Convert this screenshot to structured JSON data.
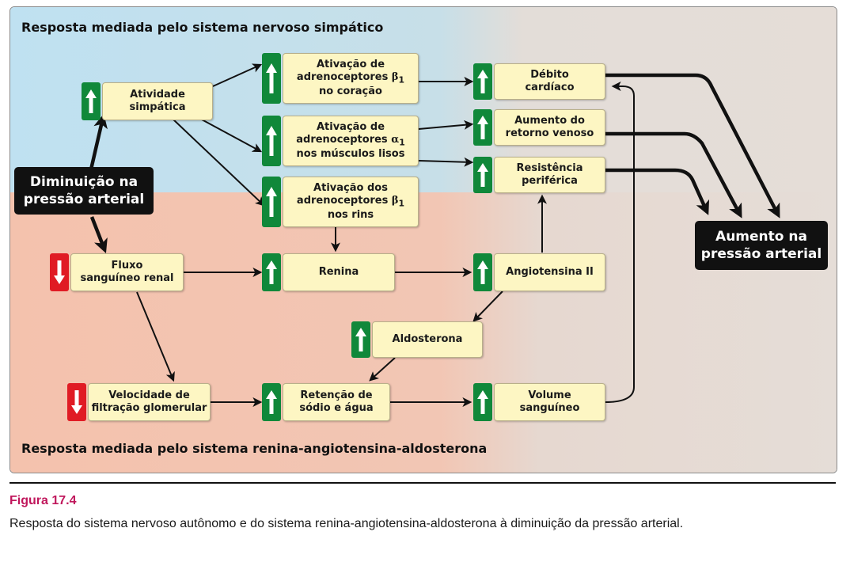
{
  "sections": {
    "top_label": "Resposta mediada pelo sistema nervoso simpático",
    "bottom_label": "Resposta mediada pelo sistema renina-angiotensina-aldosterona"
  },
  "colors": {
    "sympathetic_bg": "#bfe1f1",
    "raas_bg": "#f4c2ad",
    "output_bg": "#e5ddd7",
    "box_fill": "#fdf6c3",
    "increase": "#10883a",
    "decrease": "#e01b24"
  },
  "start": {
    "label": "Diminuição na\npressão arterial"
  },
  "end": {
    "label": "Aumento na\npressão arterial"
  },
  "nodes": {
    "atividade_simpatica": {
      "label": "Atividade\nsimpática",
      "direction": "increase",
      "icon": "up-arrow-icon"
    },
    "beta1_coracao": {
      "label_pre": "Ativação de adrenoceptores ",
      "symbol": "β",
      "sub": "1",
      "label_post": " no coração",
      "direction": "increase",
      "icon": "up-arrow-icon"
    },
    "alpha1_musculos": {
      "label_pre": "Ativação de adrenoceptores ",
      "symbol": "α",
      "sub": "1",
      "label_post": " nos músculos lisos",
      "direction": "increase",
      "icon": "up-arrow-icon"
    },
    "beta1_rins": {
      "label_pre": "Ativação dos adrenoceptores ",
      "symbol": "β",
      "sub": "1",
      "label_post": " nos rins",
      "direction": "increase",
      "icon": "up-arrow-icon"
    },
    "debito_cardiaco": {
      "label": "Débito\ncardíaco",
      "direction": "increase",
      "icon": "up-arrow-icon"
    },
    "retorno_venoso": {
      "label": "Aumento do\nretorno venoso",
      "direction": "increase",
      "icon": "up-arrow-icon"
    },
    "resistencia_periferica": {
      "label": "Resistência\nperiférica",
      "direction": "increase",
      "icon": "up-arrow-icon"
    },
    "fluxo_renal": {
      "label": "Fluxo\nsanguíneo renal",
      "direction": "decrease",
      "icon": "down-arrow-icon"
    },
    "renina": {
      "label": "Renina",
      "direction": "increase",
      "icon": "up-arrow-icon"
    },
    "angiotensina": {
      "label": "Angiotensina II",
      "direction": "increase",
      "icon": "up-arrow-icon"
    },
    "aldosterona": {
      "label": "Aldosterona",
      "direction": "increase",
      "icon": "up-arrow-icon"
    },
    "filtracao_glomerular": {
      "label": "Velocidade de\nfiltração glomerular",
      "direction": "decrease",
      "icon": "down-arrow-icon"
    },
    "retencao_sodio": {
      "label": "Retenção de\nsódio e água",
      "direction": "increase",
      "icon": "up-arrow-icon"
    },
    "volume_sanguineo": {
      "label": "Volume\nsanguíneo",
      "direction": "increase",
      "icon": "up-arrow-icon"
    }
  },
  "figure": {
    "title": "Figura 17.4",
    "caption": "Resposta do sistema nervoso autônomo e do sistema renina-angiotensina-aldosterona à diminuição da pressão arterial."
  }
}
